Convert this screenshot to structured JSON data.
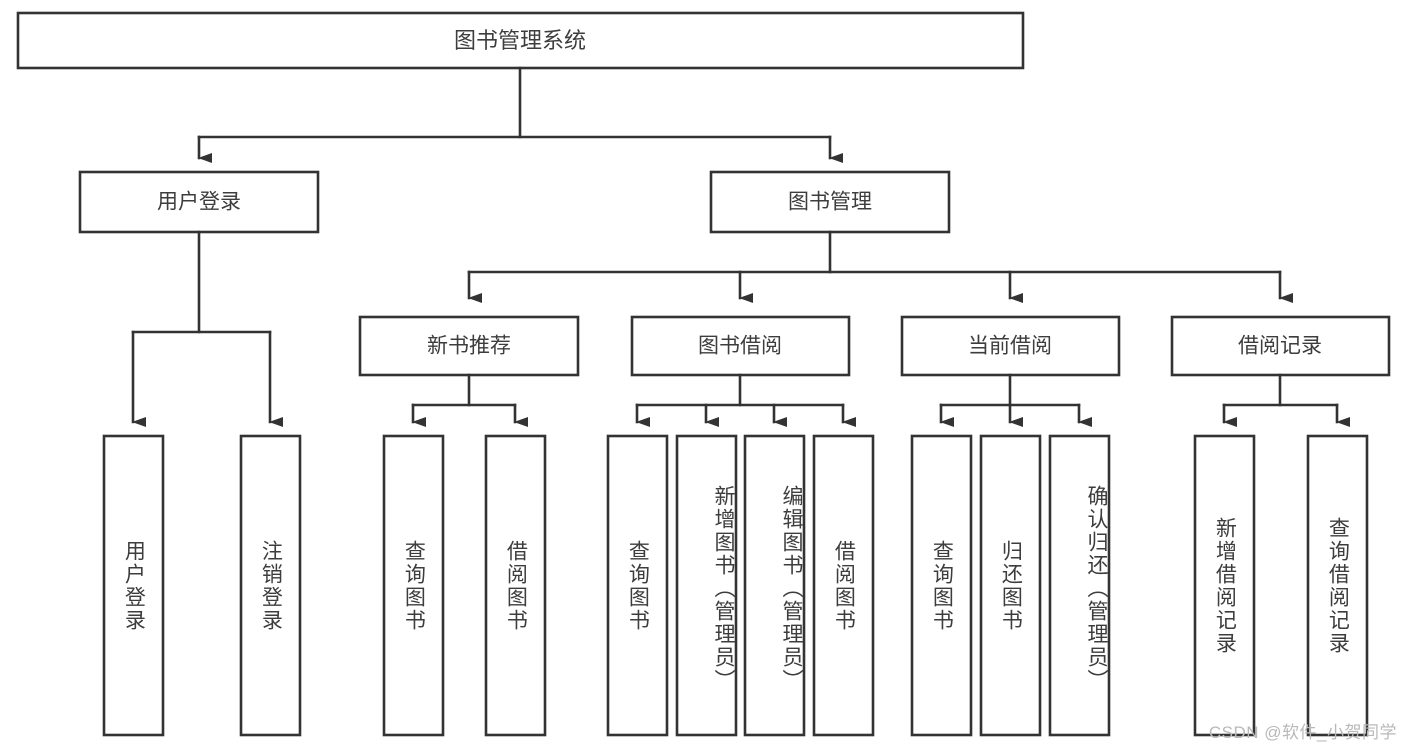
{
  "diagram": {
    "title": "图书管理系统",
    "root": {
      "label": "图书管理系统"
    },
    "level1": [
      {
        "label": "用户登录"
      },
      {
        "label": "图书管理"
      }
    ],
    "level2": [
      {
        "label": "新书推荐"
      },
      {
        "label": "图书借阅"
      },
      {
        "label": "当前借阅"
      },
      {
        "label": "借阅记录"
      }
    ],
    "leaves": {
      "user_login": [
        {
          "label": "用户登录"
        },
        {
          "label": "注销登录"
        }
      ],
      "new_book_recommend": [
        {
          "label": "查询图书"
        },
        {
          "label": "借阅图书"
        }
      ],
      "book_borrow": [
        {
          "label": "查询图书"
        },
        {
          "label": "新增图书（管理员）"
        },
        {
          "label": "编辑图书（管理员）"
        },
        {
          "label": "借阅图书"
        }
      ],
      "current_borrow": [
        {
          "label": "查询图书"
        },
        {
          "label": "归还图书"
        },
        {
          "label": "确认归还（管理员）"
        }
      ],
      "borrow_record": [
        {
          "label": "新增借阅记录"
        },
        {
          "label": "查询借阅记录"
        }
      ]
    }
  },
  "watermark": {
    "text": "CSDN @软件_小贺同学"
  },
  "colors": {
    "stroke": "#333333",
    "text": "#3d3d3d",
    "background": "#ffffff",
    "watermark": "#b9b9b9"
  }
}
